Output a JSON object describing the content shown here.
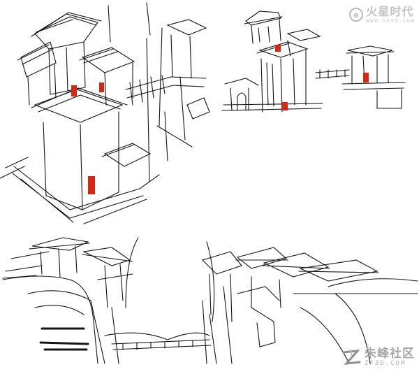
{
  "image": {
    "background_color": "#ffffff",
    "ink_color": "#141414",
    "accent_door_color": "#d22a12"
  },
  "watermark_top": {
    "logo_icon": "fire-ring-logo",
    "glyph": "e",
    "title": "火星时代",
    "url": "www.hxsd.com"
  },
  "watermark_bottom": {
    "logo_icon": "stylized-z-logo",
    "title": "朱峰社区",
    "url": "ZF3D.COM"
  }
}
